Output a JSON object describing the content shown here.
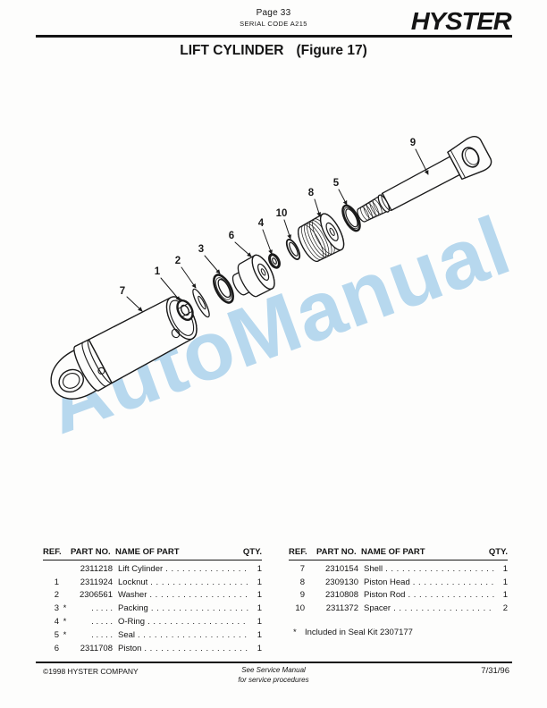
{
  "header": {
    "page": "Page 33",
    "serial": "SERIAL CODE A215",
    "logo": "HYSTER"
  },
  "title": {
    "main": "LIFT CYLINDER",
    "figure": "(Figure 17)"
  },
  "watermark": {
    "text": "AutoManual",
    "color": "#b7d8ee"
  },
  "diagram": {
    "callout_labels": [
      "1",
      "2",
      "3",
      "4",
      "5",
      "6",
      "7",
      "8",
      "9",
      "10"
    ]
  },
  "tables": {
    "columns": {
      "ref": "REF.",
      "part_no": "PART NO.",
      "name": "NAME OF PART",
      "qty": "QTY."
    },
    "leader_dots": ". . . . . . . . . . . . . . . . . . . . . . . . . . . . . . . . . . . . . . . .",
    "left_rows": [
      {
        "ref": "",
        "star": "",
        "part_no": "2311218",
        "name": "Lift Cylinder",
        "qty": "1"
      },
      {
        "ref": "1",
        "star": "",
        "part_no": "2311924",
        "name": "Locknut",
        "qty": "1"
      },
      {
        "ref": "2",
        "star": "",
        "part_no": "2306561",
        "name": "Washer",
        "qty": "1"
      },
      {
        "ref": "3",
        "star": "*",
        "part_no": ". . . . .",
        "name": "Packing",
        "qty": "1"
      },
      {
        "ref": "4",
        "star": "*",
        "part_no": ". . . . .",
        "name": "O-Ring",
        "qty": "1"
      },
      {
        "ref": "5",
        "star": "*",
        "part_no": ". . . . .",
        "name": "Seal",
        "qty": "1"
      },
      {
        "ref": "6",
        "star": "",
        "part_no": "2311708",
        "name": "Piston",
        "qty": "1"
      }
    ],
    "right_rows": [
      {
        "ref": "7",
        "star": "",
        "part_no": "2310154",
        "name": "Shell",
        "qty": "1"
      },
      {
        "ref": "8",
        "star": "",
        "part_no": "2309130",
        "name": "Piston Head",
        "qty": "1"
      },
      {
        "ref": "9",
        "star": "",
        "part_no": "2310808",
        "name": "Piston Rod",
        "qty": "1"
      },
      {
        "ref": "10",
        "star": "",
        "part_no": "2311372",
        "name": "Spacer",
        "qty": "2"
      }
    ],
    "footnote_star": "*",
    "footnote": "Included in Seal Kit 2307177"
  },
  "footer": {
    "copyright": "©1998 HYSTER COMPANY",
    "center_line1": "See Service Manual",
    "center_line2": "for service procedures",
    "date": "7/31/96"
  }
}
